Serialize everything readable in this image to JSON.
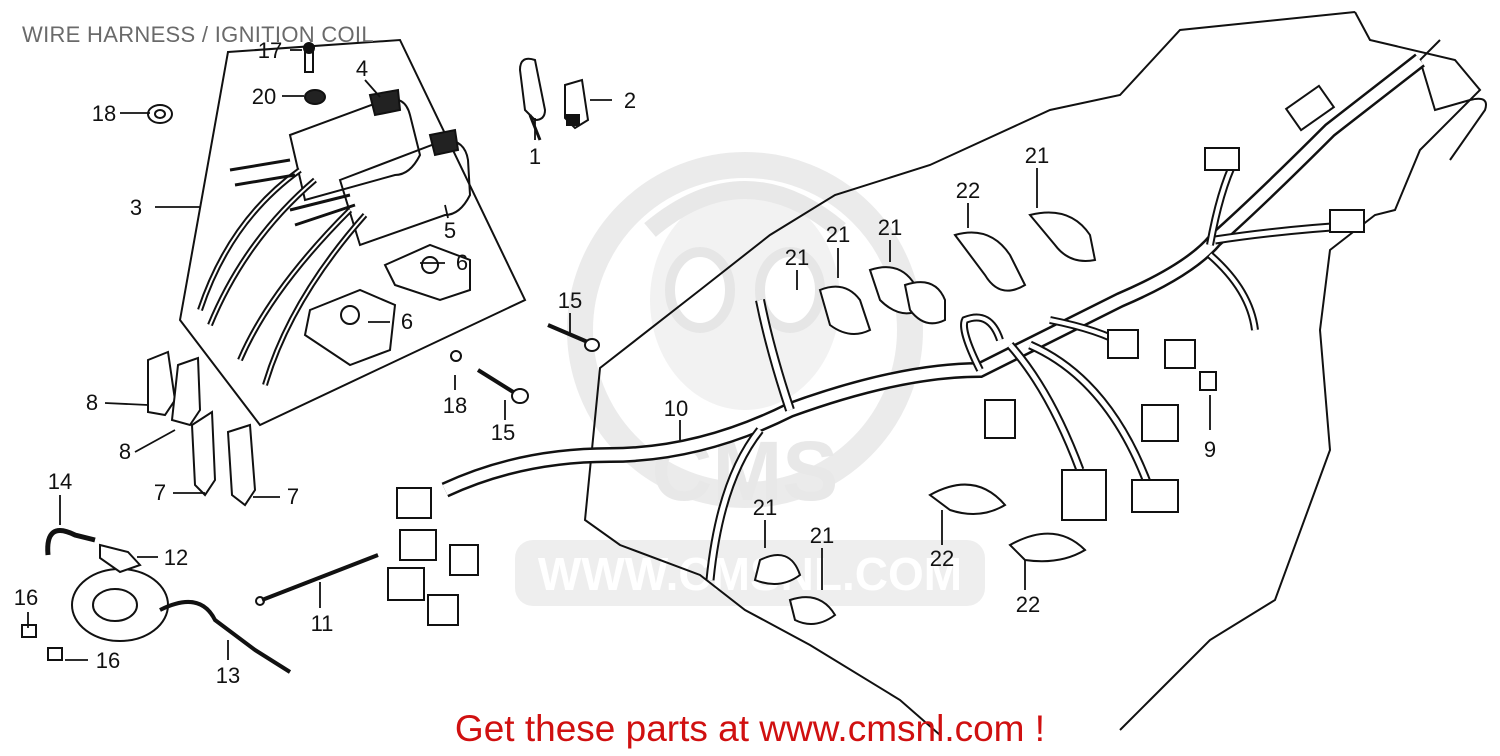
{
  "title": "WIRE HARNESS / IGNITION COIL",
  "watermark": {
    "brand": "CMS",
    "url": "WWW.CMSNL.COM"
  },
  "footer": {
    "text": "Get these parts at www.cmsnl.com !"
  },
  "colors": {
    "footer_text": "#d01010",
    "title_text": "#6a6a6a",
    "line": "#111111",
    "watermark": "#e6e6e6"
  },
  "callouts": [
    {
      "id": "c1",
      "text": "1"
    },
    {
      "id": "c2",
      "text": "2"
    },
    {
      "id": "c3",
      "text": "3"
    },
    {
      "id": "c4",
      "text": "4"
    },
    {
      "id": "c5",
      "text": "5"
    },
    {
      "id": "c6a",
      "text": "6"
    },
    {
      "id": "c6b",
      "text": "6"
    },
    {
      "id": "c7a",
      "text": "7"
    },
    {
      "id": "c7b",
      "text": "7"
    },
    {
      "id": "c8a",
      "text": "8"
    },
    {
      "id": "c8b",
      "text": "8"
    },
    {
      "id": "c9",
      "text": "9"
    },
    {
      "id": "c10",
      "text": "10"
    },
    {
      "id": "c11",
      "text": "11"
    },
    {
      "id": "c12",
      "text": "12"
    },
    {
      "id": "c13",
      "text": "13"
    },
    {
      "id": "c14",
      "text": "14"
    },
    {
      "id": "c15a",
      "text": "15"
    },
    {
      "id": "c15b",
      "text": "15"
    },
    {
      "id": "c16a",
      "text": "16"
    },
    {
      "id": "c16b",
      "text": "16"
    },
    {
      "id": "c17",
      "text": "17"
    },
    {
      "id": "c18a",
      "text": "18"
    },
    {
      "id": "c18b",
      "text": "18"
    },
    {
      "id": "c20",
      "text": "20"
    },
    {
      "id": "c21a",
      "text": "21"
    },
    {
      "id": "c21b",
      "text": "21"
    },
    {
      "id": "c21c",
      "text": "21"
    },
    {
      "id": "c21d",
      "text": "21"
    },
    {
      "id": "c21e",
      "text": "21"
    },
    {
      "id": "c21f",
      "text": "21"
    },
    {
      "id": "c22a",
      "text": "22"
    },
    {
      "id": "c22b",
      "text": "22"
    },
    {
      "id": "c22c",
      "text": "22"
    }
  ]
}
